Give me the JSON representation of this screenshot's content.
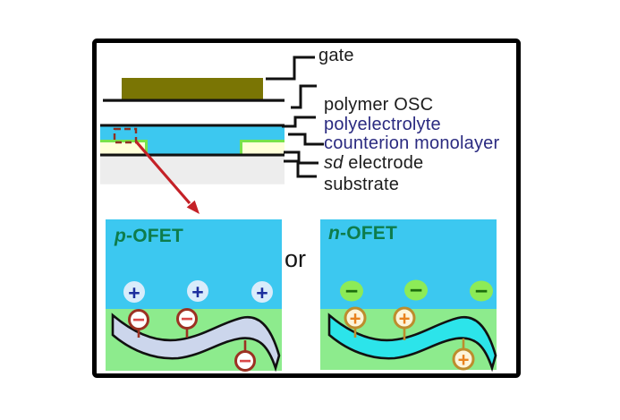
{
  "figure": {
    "layer_labels": {
      "gate": "gate",
      "polymer_osc": "polymer OSC",
      "polyelectrolyte": "polyelectrolyte",
      "counterion_monolayer": "counterion monolayer",
      "sd_electrode_italic": "sd",
      "sd_electrode_rest": " electrode",
      "substrate": "substrate"
    },
    "or_label": "or",
    "panels": {
      "p_ofet": {
        "title_italic": "p",
        "title_rest": "-OFET",
        "channel_charge_symbol": "+",
        "channel_charge_count": 3,
        "counterion_symbol": "−",
        "counterion_count": 3
      },
      "n_ofet": {
        "title_italic": "n",
        "title_rest": "-OFET",
        "channel_charge_symbol": "−",
        "channel_charge_count": 3,
        "counterion_symbol": "+",
        "counterion_count": 3
      }
    },
    "colors": {
      "frame_black": "#000000",
      "gate_fill": "#7a7504",
      "electrolyte_cyan": "#3cc8f0",
      "counterion_green": "#77e24b",
      "electrode_cream": "#ffffd9",
      "substrate_gray": "#ededed",
      "panel_green": "#8deb8d",
      "p_polymer_fill": "#ccd6ec",
      "n_polymer_fill": "#2ce4ea",
      "label_navy": "#2a2a80",
      "title_green": "#0e7c4b",
      "arrow_red": "#c42127",
      "dashed_box_red": "#8e3222",
      "positive_blue_fill": "#d9ecfb",
      "positive_blue_symbol": "#1c2f9e",
      "negative_ring_red": "#9c3122",
      "negative_red_symbol": "#d94848",
      "negative_green_fill": "#8deb57",
      "negative_green_symbol": "#1e6e0d",
      "positive_orange_ring": "#bd8d2d",
      "positive_orange_fill": "#fdf4da",
      "positive_orange_symbol": "#e8821e"
    }
  }
}
